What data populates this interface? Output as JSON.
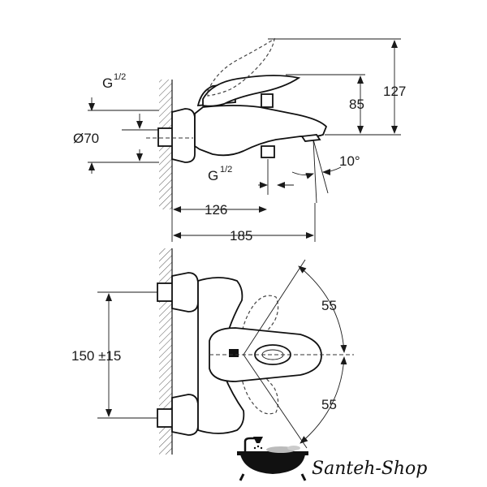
{
  "labels": {
    "thread_top": "G",
    "thread_top_fraction": "1/2",
    "diameter": "Ø70",
    "thread_bottom": "G",
    "thread_bottom_fraction": "1/2",
    "dim_126": "126",
    "dim_185": "185",
    "dim_85": "85",
    "dim_127": "127",
    "angle_spout": "10°",
    "dim_spacing": "150 ±15",
    "angle_up": "55",
    "angle_down": "55"
  },
  "brand": {
    "name": "Santeh-Shop",
    "icon": "bathtub-shower-icon"
  }
}
